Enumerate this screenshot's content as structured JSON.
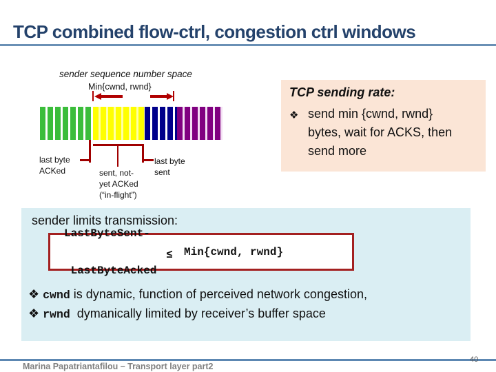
{
  "slide": {
    "title": "TCP combined flow-ctrl, congestion ctrl windows",
    "footer": "Marina Papatriantafilou –  Transport layer part2",
    "page_number": "40",
    "title_color": "#24426b",
    "rule_color": "#6a90b5"
  },
  "diagram": {
    "space_label": "sender sequence number space",
    "window_label": "Min{cwnd, rwnd}",
    "arrow_color": "#b00000",
    "callout_color": "#a00000",
    "bar_segments": [
      {
        "name": "acked",
        "color": "#3bbd3b",
        "gap_color": "#ffffff",
        "width": 77
      },
      {
        "name": "sent-not-yet-acked",
        "color": "#ffff00",
        "gap_color": "#ffffa6",
        "width": 75
      },
      {
        "name": "usable-not-yet-sent",
        "color": "#00008b",
        "gap_color": "#ffffff",
        "width": 47
      },
      {
        "name": "not-usable",
        "color": "#800080",
        "gap_color": "#f3dff3",
        "width": 66
      }
    ],
    "labels": {
      "last_byte_acked": [
        "last byte",
        "ACKed"
      ],
      "in_flight": [
        "sent, not-",
        "yet ACKed",
        "(“in-flight”)"
      ],
      "last_byte_sent": [
        "last byte",
        "sent"
      ]
    }
  },
  "sending_rate_box": {
    "background": "#fbe5d6",
    "title": "TCP sending rate:",
    "bullet_icon": "❖",
    "bullet_lines": [
      "send min {cwnd, rwnd}",
      "bytes, wait for ACKS, then",
      "send more"
    ]
  },
  "limits_box": {
    "background": "#daeef3",
    "title": "sender limits transmission:",
    "formula": {
      "lhs_line1": "LastByteSent-",
      "lhs_line2": " LastByteAcked",
      "operator": "≤",
      "rhs": "Min{cwnd, rwnd}"
    },
    "bullets": [
      {
        "icon": "❖",
        "mono": "cwnd",
        "text": " is dynamic, function of perceived network congestion,"
      },
      {
        "icon": "❖",
        "mono": "rwnd",
        "text": "  dymanically limited by receiver’s buffer space"
      }
    ]
  }
}
